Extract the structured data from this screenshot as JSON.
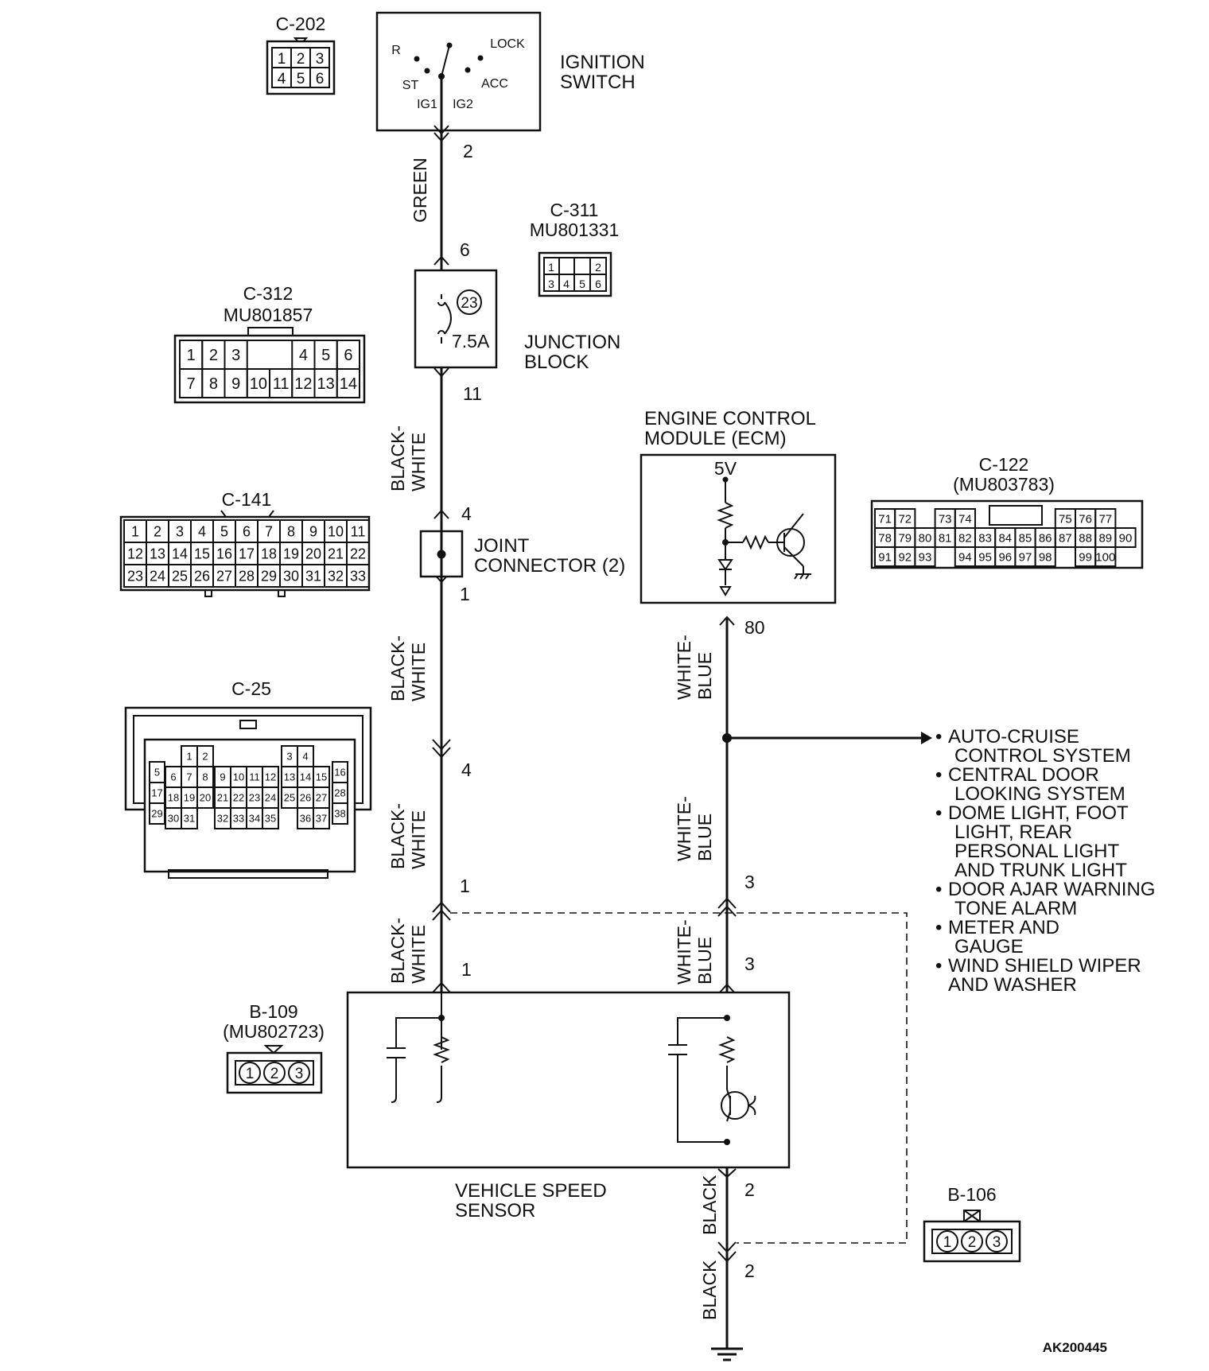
{
  "figure_id": "AK200445",
  "components": {
    "ignition_switch": {
      "title_line1": "IGNITION",
      "title_line2": "SWITCH",
      "positions": [
        "R",
        "LOCK",
        "ST",
        "ACC",
        "IG1",
        "IG2"
      ],
      "pin_out": "2"
    },
    "junction_block": {
      "title_line1": "JUNCTION",
      "title_line2": "BLOCK",
      "fuse_number": "23",
      "fuse_rating": "7.5A",
      "pin_in": "6",
      "pin_out": "11"
    },
    "joint_connector": {
      "title_line1": "JOINT",
      "title_line2": "CONNECTOR (2)",
      "pin_in": "4",
      "pin_out": "1"
    },
    "ecm": {
      "title_line1": "ENGINE CONTROL",
      "title_line2": "MODULE (ECM)",
      "supply": "5V",
      "pin": "80"
    },
    "vss": {
      "title_line1": "VEHICLE SPEED",
      "title_line2": "SENSOR"
    }
  },
  "wires": {
    "green": "GREEN",
    "black_white_1": "BLACK-",
    "black_white_2": "WHITE",
    "white_blue_1": "WHITE-",
    "white_blue_2": "BLUE",
    "black": "BLACK"
  },
  "pin_numbers": {
    "c25_left_in": "4",
    "c25_left_out": "1",
    "c25_right_out": "3",
    "vss_left": "1",
    "vss_right": "3",
    "vss_ground": "2",
    "b106_ground": "2"
  },
  "connectors": {
    "c202": {
      "name": "C-202",
      "pins": [
        "1",
        "2",
        "3",
        "4",
        "5",
        "6"
      ]
    },
    "c311": {
      "name": "C-311",
      "part": "MU801331",
      "pins": [
        "1",
        "2",
        "3",
        "4",
        "5",
        "6"
      ]
    },
    "c312": {
      "name": "C-312",
      "part": "MU801857",
      "row1": [
        "1",
        "2",
        "3",
        "4",
        "5",
        "6"
      ],
      "row2": [
        "7",
        "8",
        "9",
        "10",
        "11",
        "12",
        "13",
        "14"
      ]
    },
    "c141": {
      "name": "C-141",
      "row1": [
        "1",
        "2",
        "3",
        "4",
        "5",
        "6",
        "7",
        "8",
        "9",
        "10",
        "11"
      ],
      "row2": [
        "12",
        "13",
        "14",
        "15",
        "16",
        "17",
        "18",
        "19",
        "20",
        "21",
        "22"
      ],
      "row3": [
        "23",
        "24",
        "25",
        "26",
        "27",
        "28",
        "29",
        "30",
        "31",
        "32",
        "33"
      ]
    },
    "c25": {
      "name": "C-25",
      "pins": [
        "1",
        "2",
        "3",
        "4",
        "5",
        "6",
        "7",
        "8",
        "9",
        "10",
        "11",
        "12",
        "13",
        "14",
        "15",
        "16",
        "17",
        "18",
        "19",
        "20",
        "21",
        "22",
        "23",
        "24",
        "25",
        "26",
        "27",
        "28",
        "29",
        "30",
        "31",
        "32",
        "33",
        "34",
        "35",
        "36",
        "37",
        "38"
      ]
    },
    "c122": {
      "name": "C-122",
      "part": "(MU803783)",
      "row1": [
        "71",
        "72",
        "73",
        "74",
        "75",
        "76",
        "77"
      ],
      "row2": [
        "78",
        "79",
        "80",
        "81",
        "82",
        "83",
        "84",
        "85",
        "86",
        "87",
        "88",
        "89",
        "90"
      ],
      "row3": [
        "91",
        "92",
        "93",
        "94",
        "95",
        "96",
        "97",
        "98",
        "99",
        "100"
      ]
    },
    "b109": {
      "name": "B-109",
      "part": "(MU802723)",
      "pins": [
        "1",
        "2",
        "3"
      ]
    },
    "b106": {
      "name": "B-106",
      "pins": [
        "1",
        "2",
        "3"
      ]
    }
  },
  "systems": [
    {
      "line1": "AUTO-CRUISE",
      "line2": "CONTROL SYSTEM"
    },
    {
      "line1": "CENTRAL DOOR",
      "line2": "LOOKING SYSTEM"
    },
    {
      "line1": "DOME LIGHT, FOOT",
      "line2": "LIGHT, REAR",
      "line3": "PERSONAL LIGHT",
      "line4": "AND TRUNK LIGHT"
    },
    {
      "line1": "DOOR AJAR WARNING",
      "line2": "TONE ALARM"
    },
    {
      "line1": "METER AND",
      "line2": "GAUGE"
    },
    {
      "line1": "WIND SHIELD WIPER",
      "line2": "AND WASHER"
    }
  ],
  "colors": {
    "ink": "#111111",
    "background": "#ffffff"
  }
}
